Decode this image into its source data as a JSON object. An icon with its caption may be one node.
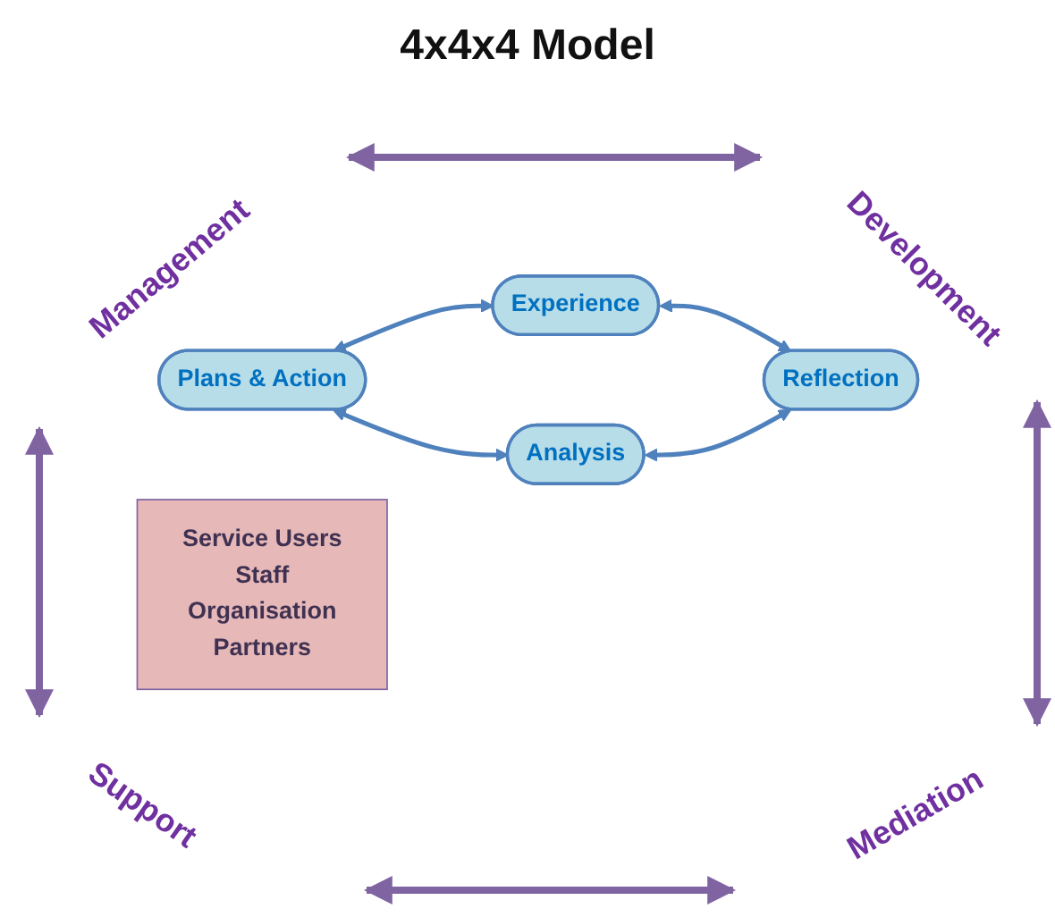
{
  "diagram": {
    "title": "4x4x4 Model",
    "nodes": [
      {
        "text": [
          "Experience"
        ]
      },
      {
        "text": [
          "Plans & Action"
        ]
      },
      {
        "text": [
          "Service Users",
          "Staff",
          "Organisation",
          "Partners"
        ]
      },
      {
        "text": [
          "Reflection"
        ]
      },
      {
        "text": [
          "Analysis"
        ]
      }
    ],
    "edges": [
      {
        "from": 1,
        "to": 0,
        "arrow": "both"
      },
      {
        "from": 0,
        "to": 3,
        "arrow": "both"
      },
      {
        "from": 1,
        "to": 4,
        "arrow": "both"
      },
      {
        "from": 4,
        "to": 3,
        "arrow": "both"
      }
    ],
    "labels": [
      "Management",
      "Development",
      "Support",
      "Mediation"
    ]
  }
}
